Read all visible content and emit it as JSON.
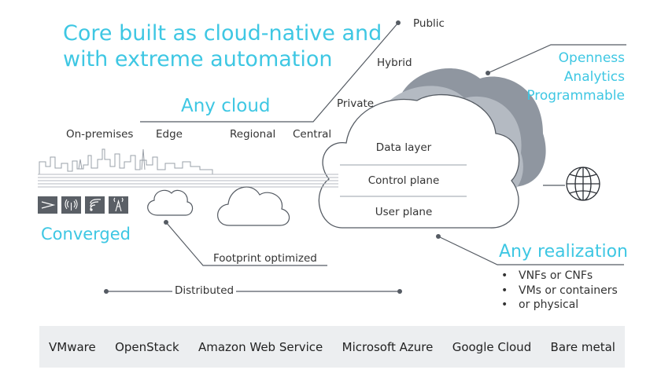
{
  "headline": "Core built as cloud-native and with extreme automation",
  "cloud_types": {
    "public": "Public",
    "hybrid": "Hybrid",
    "private": "Private"
  },
  "any_cloud": "Any cloud",
  "locations": [
    "On-premises",
    "Edge",
    "Regional",
    "Central"
  ],
  "features": [
    "Openness",
    "Analytics",
    "Programmable"
  ],
  "layers": [
    "Data layer",
    "Control plane",
    "User plane"
  ],
  "converged": "Converged",
  "footprint": "Footprint optimized",
  "distributed": "Distributed",
  "any_realization": "Any realization",
  "realization_items": [
    "VNFs or CNFs",
    "VMs or containers",
    "or physical"
  ],
  "platforms": [
    "VMware",
    "OpenStack",
    "Amazon Web Service",
    "Microsoft Azure",
    "Google Cloud",
    "Bare metal"
  ],
  "colors": {
    "accent": "#3ec7e3",
    "cloud_dark": "#8f96a0",
    "cloud_mid": "#b4bac2",
    "line": "#555b63",
    "bar": "#eceef0"
  },
  "icons": [
    "antenna-icon",
    "wireless-icon",
    "signal-icon",
    "tower-icon",
    "globe-icon"
  ]
}
